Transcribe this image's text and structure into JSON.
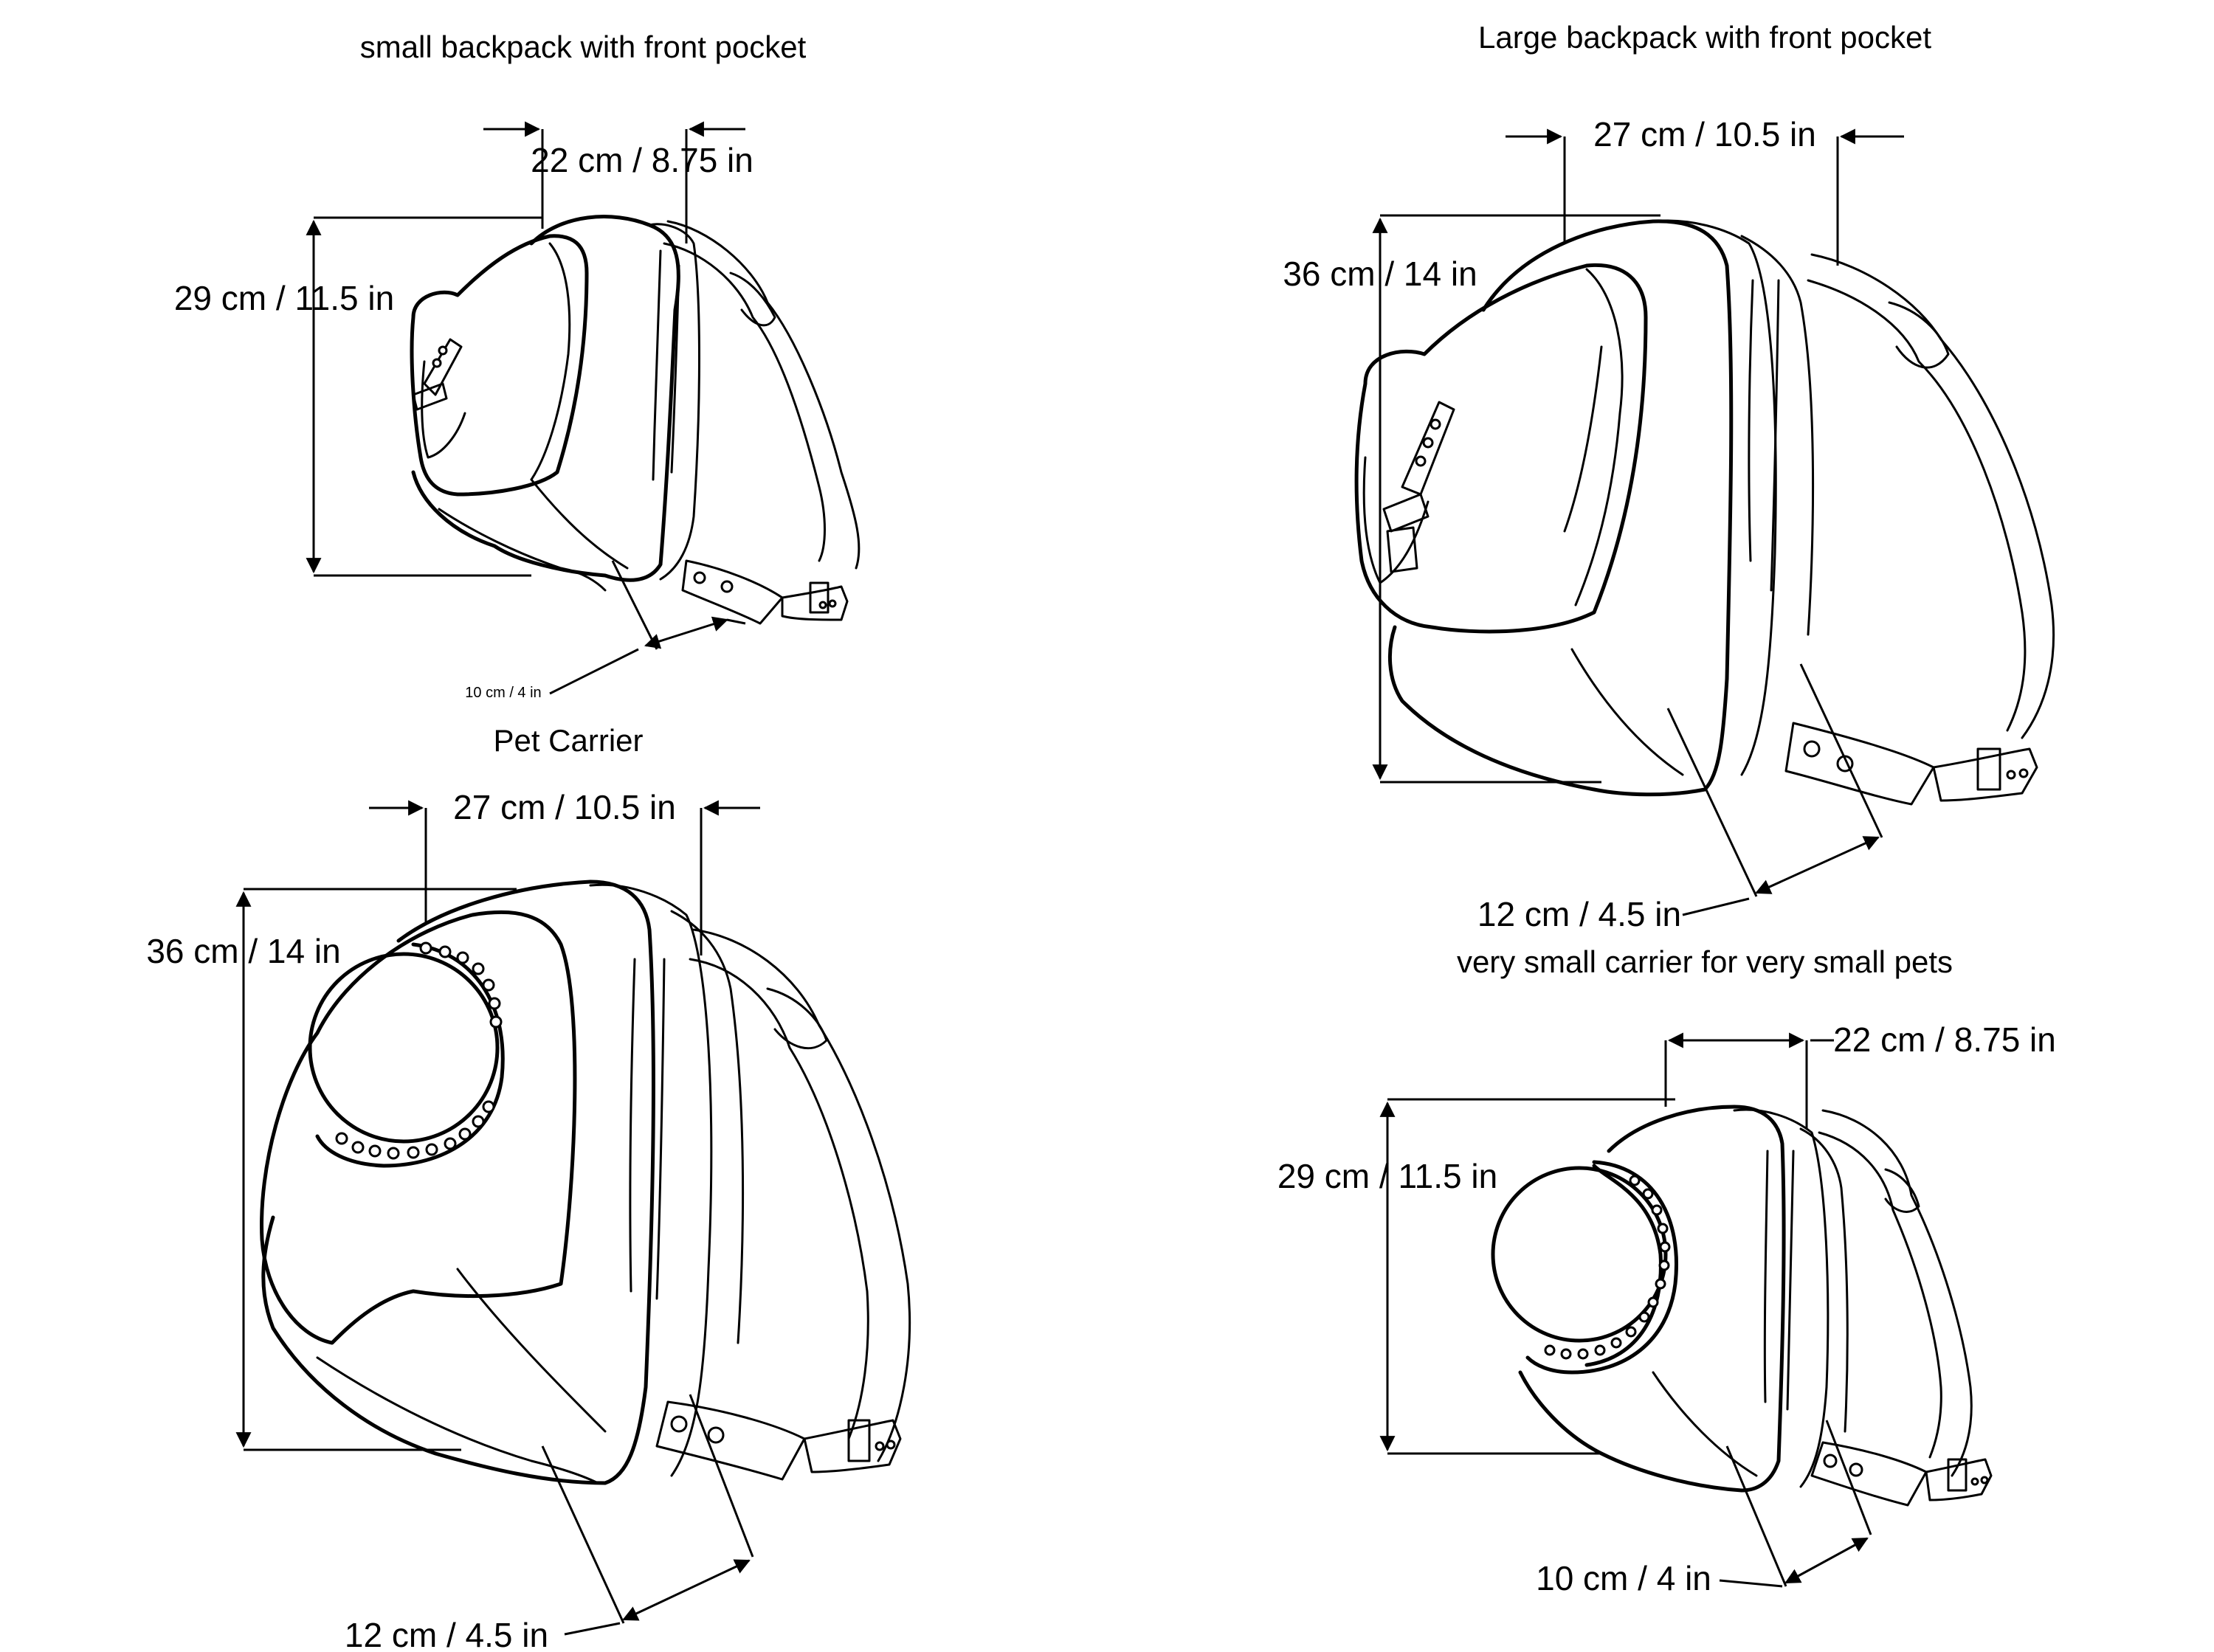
{
  "diagrams": [
    {
      "id": "small-backpack",
      "title": "small backpack with front pocket",
      "width": "22 cm / 8.75 in",
      "height": "29 cm / 11.5 in",
      "depth": "10 cm / 4 in"
    },
    {
      "id": "large-backpack",
      "title": "Large backpack with front pocket",
      "width": "27 cm / 10.5 in",
      "height": "36 cm / 14 in",
      "depth": "12 cm / 4.5 in"
    },
    {
      "id": "pet-carrier",
      "title": "Pet Carrier",
      "width": "27 cm / 10.5 in",
      "height": "36 cm / 14 in",
      "depth": "12 cm / 4.5 in"
    },
    {
      "id": "very-small-carrier",
      "title": "very small carrier for very small pets",
      "width": "22 cm / 8.75 in",
      "height": "29 cm / 11.5 in",
      "depth": "10 cm / 4 in"
    }
  ]
}
